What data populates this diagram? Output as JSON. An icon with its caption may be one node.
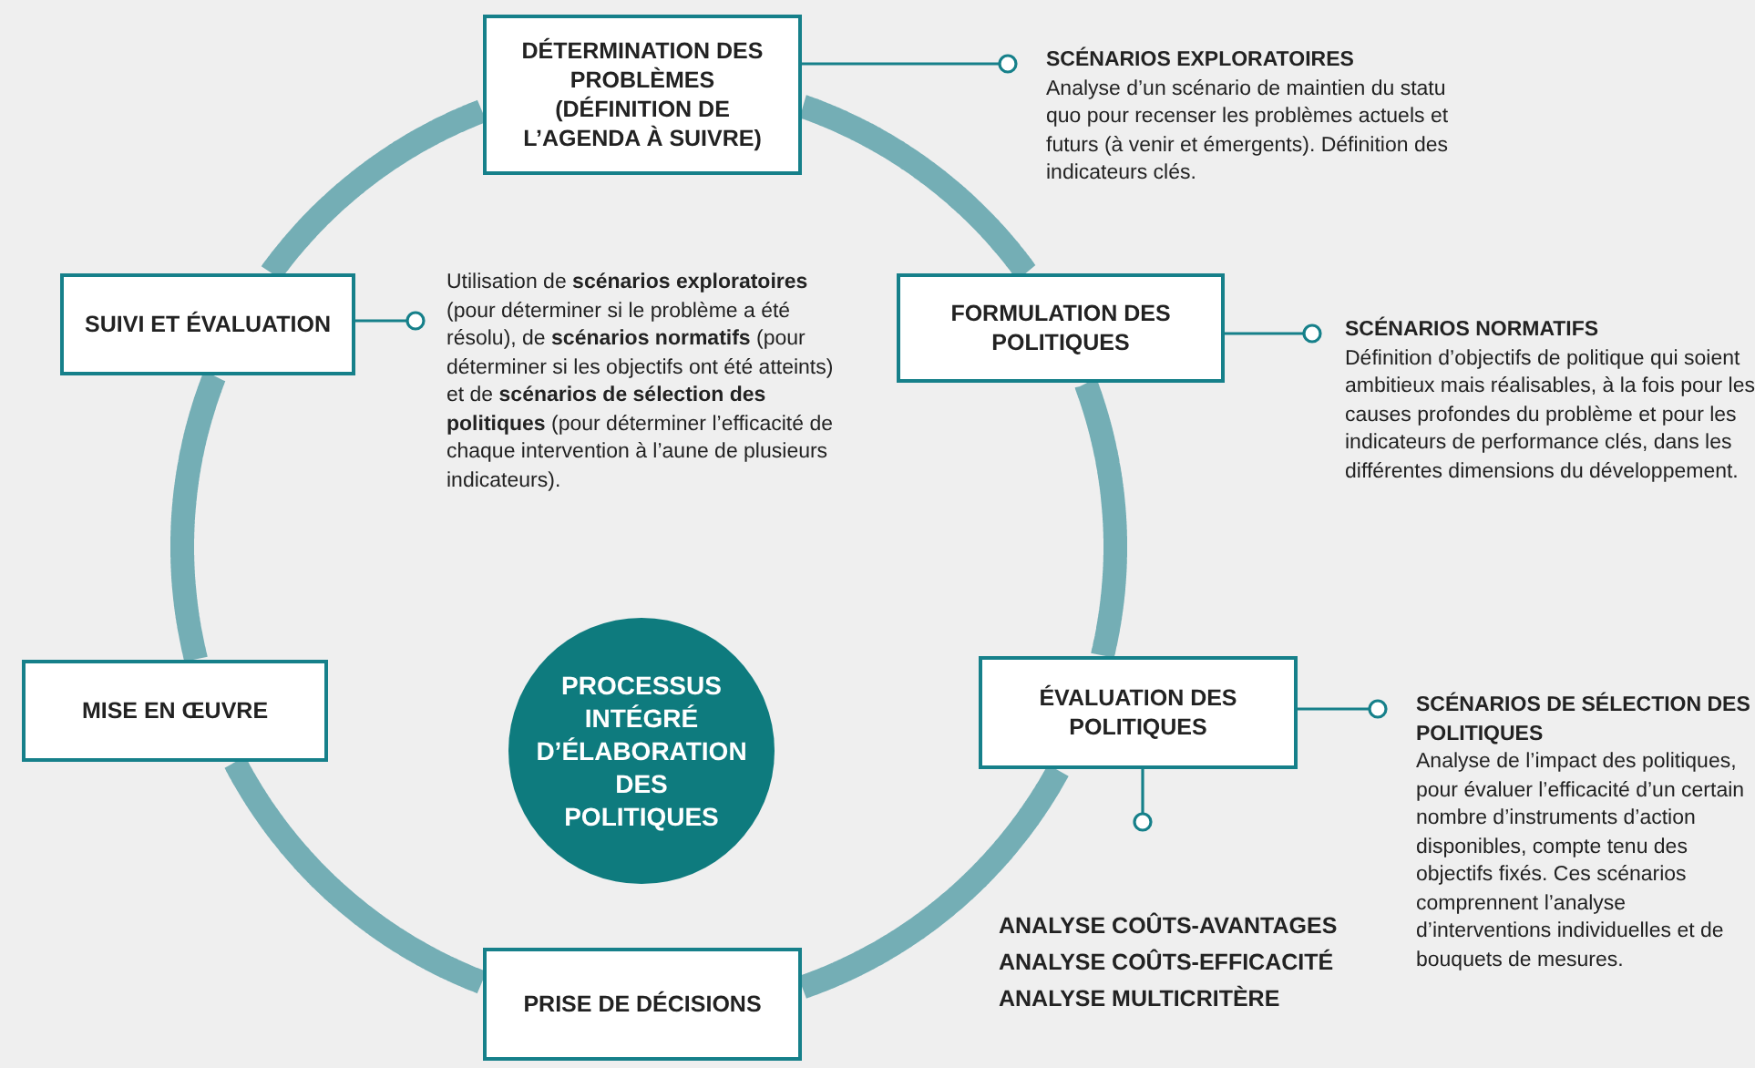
{
  "diagram": {
    "nodes": [
      {
        "text": [
          "DÉTERMINATION DES PROBLÈMES (DÉFINITION DE L’AGENDA À SUIVRE)"
        ]
      },
      {
        "text": [
          "SCÉNARIOS EXPLORATOIRES",
          "Analyse d’un scénario de maintien du statu quo pour recenser les problèmes actuels et futurs (à venir et émergents). Définition des indicateurs clés."
        ]
      },
      {
        "text": [
          "SUIVI ET ÉVALUATION"
        ]
      },
      {
        "text": [
          "Utilisation de **scénarios exploratoires** (pour déterminer si le problème a été résolu), de **scénarios normatifs** (pour déterminer si les objectifs ont été atteints) et de **scénarios de sélection des politiques** (pour déterminer l’efficacité de chaque intervention à l’aune de plusieurs indicateurs)."
        ]
      },
      {
        "text": [
          "FORMULATION DES POLITIQUES"
        ]
      },
      {
        "text": [
          "SCÉNARIOS NORMATIFS",
          "Définition d’objectifs de politique qui soient ambitieux mais réalisables, à la fois pour les causes profondes du problème et pour les indicateurs de performance clés, dans les différentes dimensions du développement."
        ]
      },
      {
        "text": [
          "MISE EN ŒUVRE"
        ]
      },
      {
        "text": [
          "PROCESSUS INTÉGRÉ D’ÉLABORATION DES POLITIQUES"
        ]
      },
      {
        "text": [
          "ÉVALUATION DES POLITIQUES"
        ]
      },
      {
        "text": [
          "SCÉNARIOS DE SÉLECTION DES POLITIQUES",
          "Analyse de l’impact des politiques, pour évaluer l’efficacité d’un certain nombre d’instruments d’action disponibles, compte tenu des objectifs fixés. Ces scénarios comprennent l’analyse d’interventions individuelles et de bouquets de mesures."
        ]
      },
      {
        "text": [
          "ANALYSE COÛTS-AVANTAGES",
          "ANALYSE COÛTS-EFFICACITÉ",
          "ANALYSE MULTICRITÈRE"
        ]
      },
      {
        "text": [
          "PRISE DE DÉCISIONS"
        ]
      }
    ],
    "edges": [
      {
        "from": 0,
        "to": 1,
        "arrow": "other",
        "color": "#16808a"
      },
      {
        "from": 2,
        "to": 3,
        "arrow": "other",
        "color": "#16808a"
      },
      {
        "from": 4,
        "to": 5,
        "arrow": "other",
        "color": "#16808a"
      },
      {
        "from": 8,
        "to": 9,
        "arrow": "other",
        "color": "#16808a"
      },
      {
        "from": 8,
        "to": 10,
        "arrow": "other",
        "color": "#16808a"
      },
      {
        "from": 0,
        "to": 4,
        "arrow": "none"
      },
      {
        "from": 4,
        "to": 8,
        "arrow": "none"
      },
      {
        "from": 8,
        "to": 11,
        "arrow": "none"
      },
      {
        "from": 11,
        "to": 6,
        "arrow": "none"
      },
      {
        "from": 6,
        "to": 2,
        "arrow": "none"
      },
      {
        "from": 2,
        "to": 0,
        "arrow": "none"
      }
    ]
  }
}
